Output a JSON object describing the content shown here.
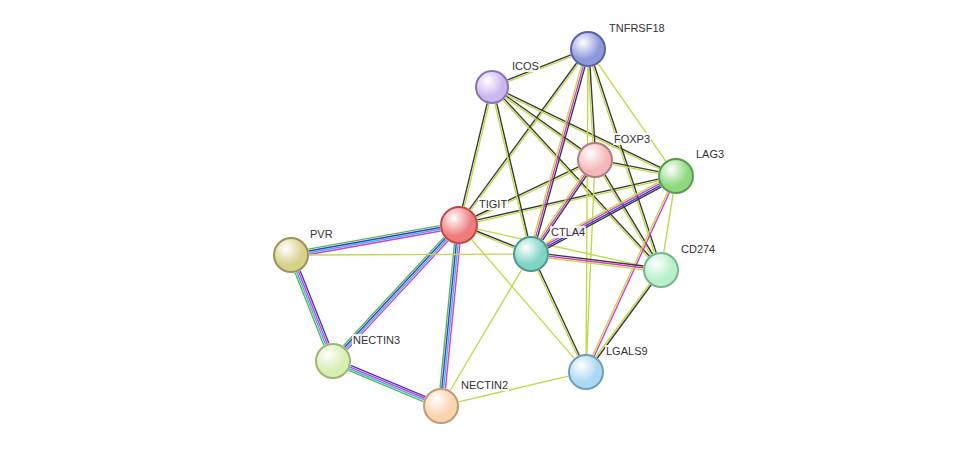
{
  "diagram": {
    "nodes": [
      {
        "text": [
          "TNFRSF18"
        ]
      },
      {
        "text": [
          "ICOS"
        ]
      },
      {
        "text": [
          "FOXP3"
        ]
      },
      {
        "text": [
          "LAG3"
        ]
      },
      {
        "text": [
          "TIGIT"
        ]
      },
      {
        "text": [
          "CTLA4"
        ]
      },
      {
        "text": [
          "PVR"
        ]
      },
      {
        "text": [
          "CD274"
        ]
      },
      {
        "text": [
          "NECTIN3"
        ]
      },
      {
        "text": [
          "LGALS9"
        ]
      },
      {
        "text": [
          "NECTIN2"
        ]
      }
    ],
    "edges": [
      {
        "from": 4,
        "to": 6,
        "arrow": "none"
      },
      {
        "from": 4,
        "to": 8,
        "arrow": "none"
      },
      {
        "from": 4,
        "to": 10,
        "arrow": "none"
      },
      {
        "from": 6,
        "to": 8,
        "arrow": "none"
      },
      {
        "from": 8,
        "to": 10,
        "arrow": "none"
      },
      {
        "from": 6,
        "to": 5,
        "arrow": "none"
      },
      {
        "from": 10,
        "to": 9,
        "arrow": "none"
      },
      {
        "from": 10,
        "to": 5,
        "arrow": "none"
      },
      {
        "from": 4,
        "to": 1,
        "arrow": "none"
      },
      {
        "from": 4,
        "to": 0,
        "arrow": "none"
      },
      {
        "from": 4,
        "to": 2,
        "arrow": "none"
      },
      {
        "from": 4,
        "to": 3,
        "arrow": "none"
      },
      {
        "from": 4,
        "to": 5,
        "arrow": "none"
      },
      {
        "from": 4,
        "to": 7,
        "arrow": "none"
      },
      {
        "from": 4,
        "to": 9,
        "arrow": "none"
      },
      {
        "from": 1,
        "to": 0,
        "arrow": "none"
      },
      {
        "from": 1,
        "to": 2,
        "arrow": "none"
      },
      {
        "from": 1,
        "to": 5,
        "arrow": "none"
      },
      {
        "from": 1,
        "to": 3,
        "arrow": "none"
      },
      {
        "from": 1,
        "to": 7,
        "arrow": "none"
      },
      {
        "from": 0,
        "to": 2,
        "arrow": "none"
      },
      {
        "from": 0,
        "to": 5,
        "arrow": "none"
      },
      {
        "from": 0,
        "to": 3,
        "arrow": "none"
      },
      {
        "from": 0,
        "to": 7,
        "arrow": "none"
      },
      {
        "from": 0,
        "to": 9,
        "arrow": "none"
      },
      {
        "from": 2,
        "to": 3,
        "arrow": "none"
      },
      {
        "from": 2,
        "to": 5,
        "arrow": "none"
      },
      {
        "from": 2,
        "to": 7,
        "arrow": "none"
      },
      {
        "from": 2,
        "to": 9,
        "arrow": "none"
      },
      {
        "from": 3,
        "to": 5,
        "arrow": "none"
      },
      {
        "from": 3,
        "to": 7,
        "arrow": "none"
      },
      {
        "from": 3,
        "to": 9,
        "arrow": "none"
      },
      {
        "from": 5,
        "to": 7,
        "arrow": "none"
      },
      {
        "from": 5,
        "to": 9,
        "arrow": "none"
      },
      {
        "from": 7,
        "to": 9,
        "arrow": "none"
      }
    ]
  }
}
